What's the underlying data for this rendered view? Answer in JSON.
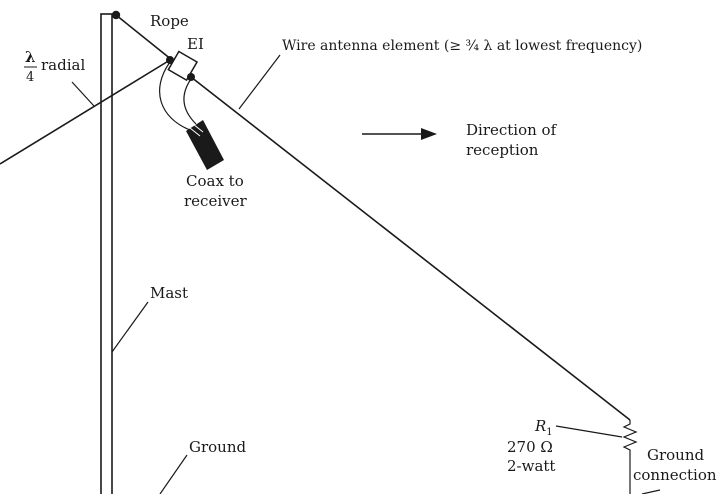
{
  "labels": {
    "rope": "Rope",
    "ei": "EI",
    "radial_fraction_num": "λ",
    "radial_fraction_den": "4",
    "radial": "radial",
    "wire_element": "Wire antenna element (≥ ¾ λ at  lowest frequency)",
    "direction_line1": "Direction of",
    "direction_line2": "reception",
    "coax_line1": "Coax to",
    "coax_line2": "receiver",
    "mast": "Mast",
    "ground": "Ground",
    "resistor_name": "R",
    "resistor_sub": "1",
    "resistor_value": "270 Ω",
    "resistor_power": "2-watt",
    "ground_conn_line1": "Ground",
    "ground_conn_line2": "connection"
  },
  "colors": {
    "ink": "#1a1a1a",
    "background": "#ffffff"
  }
}
